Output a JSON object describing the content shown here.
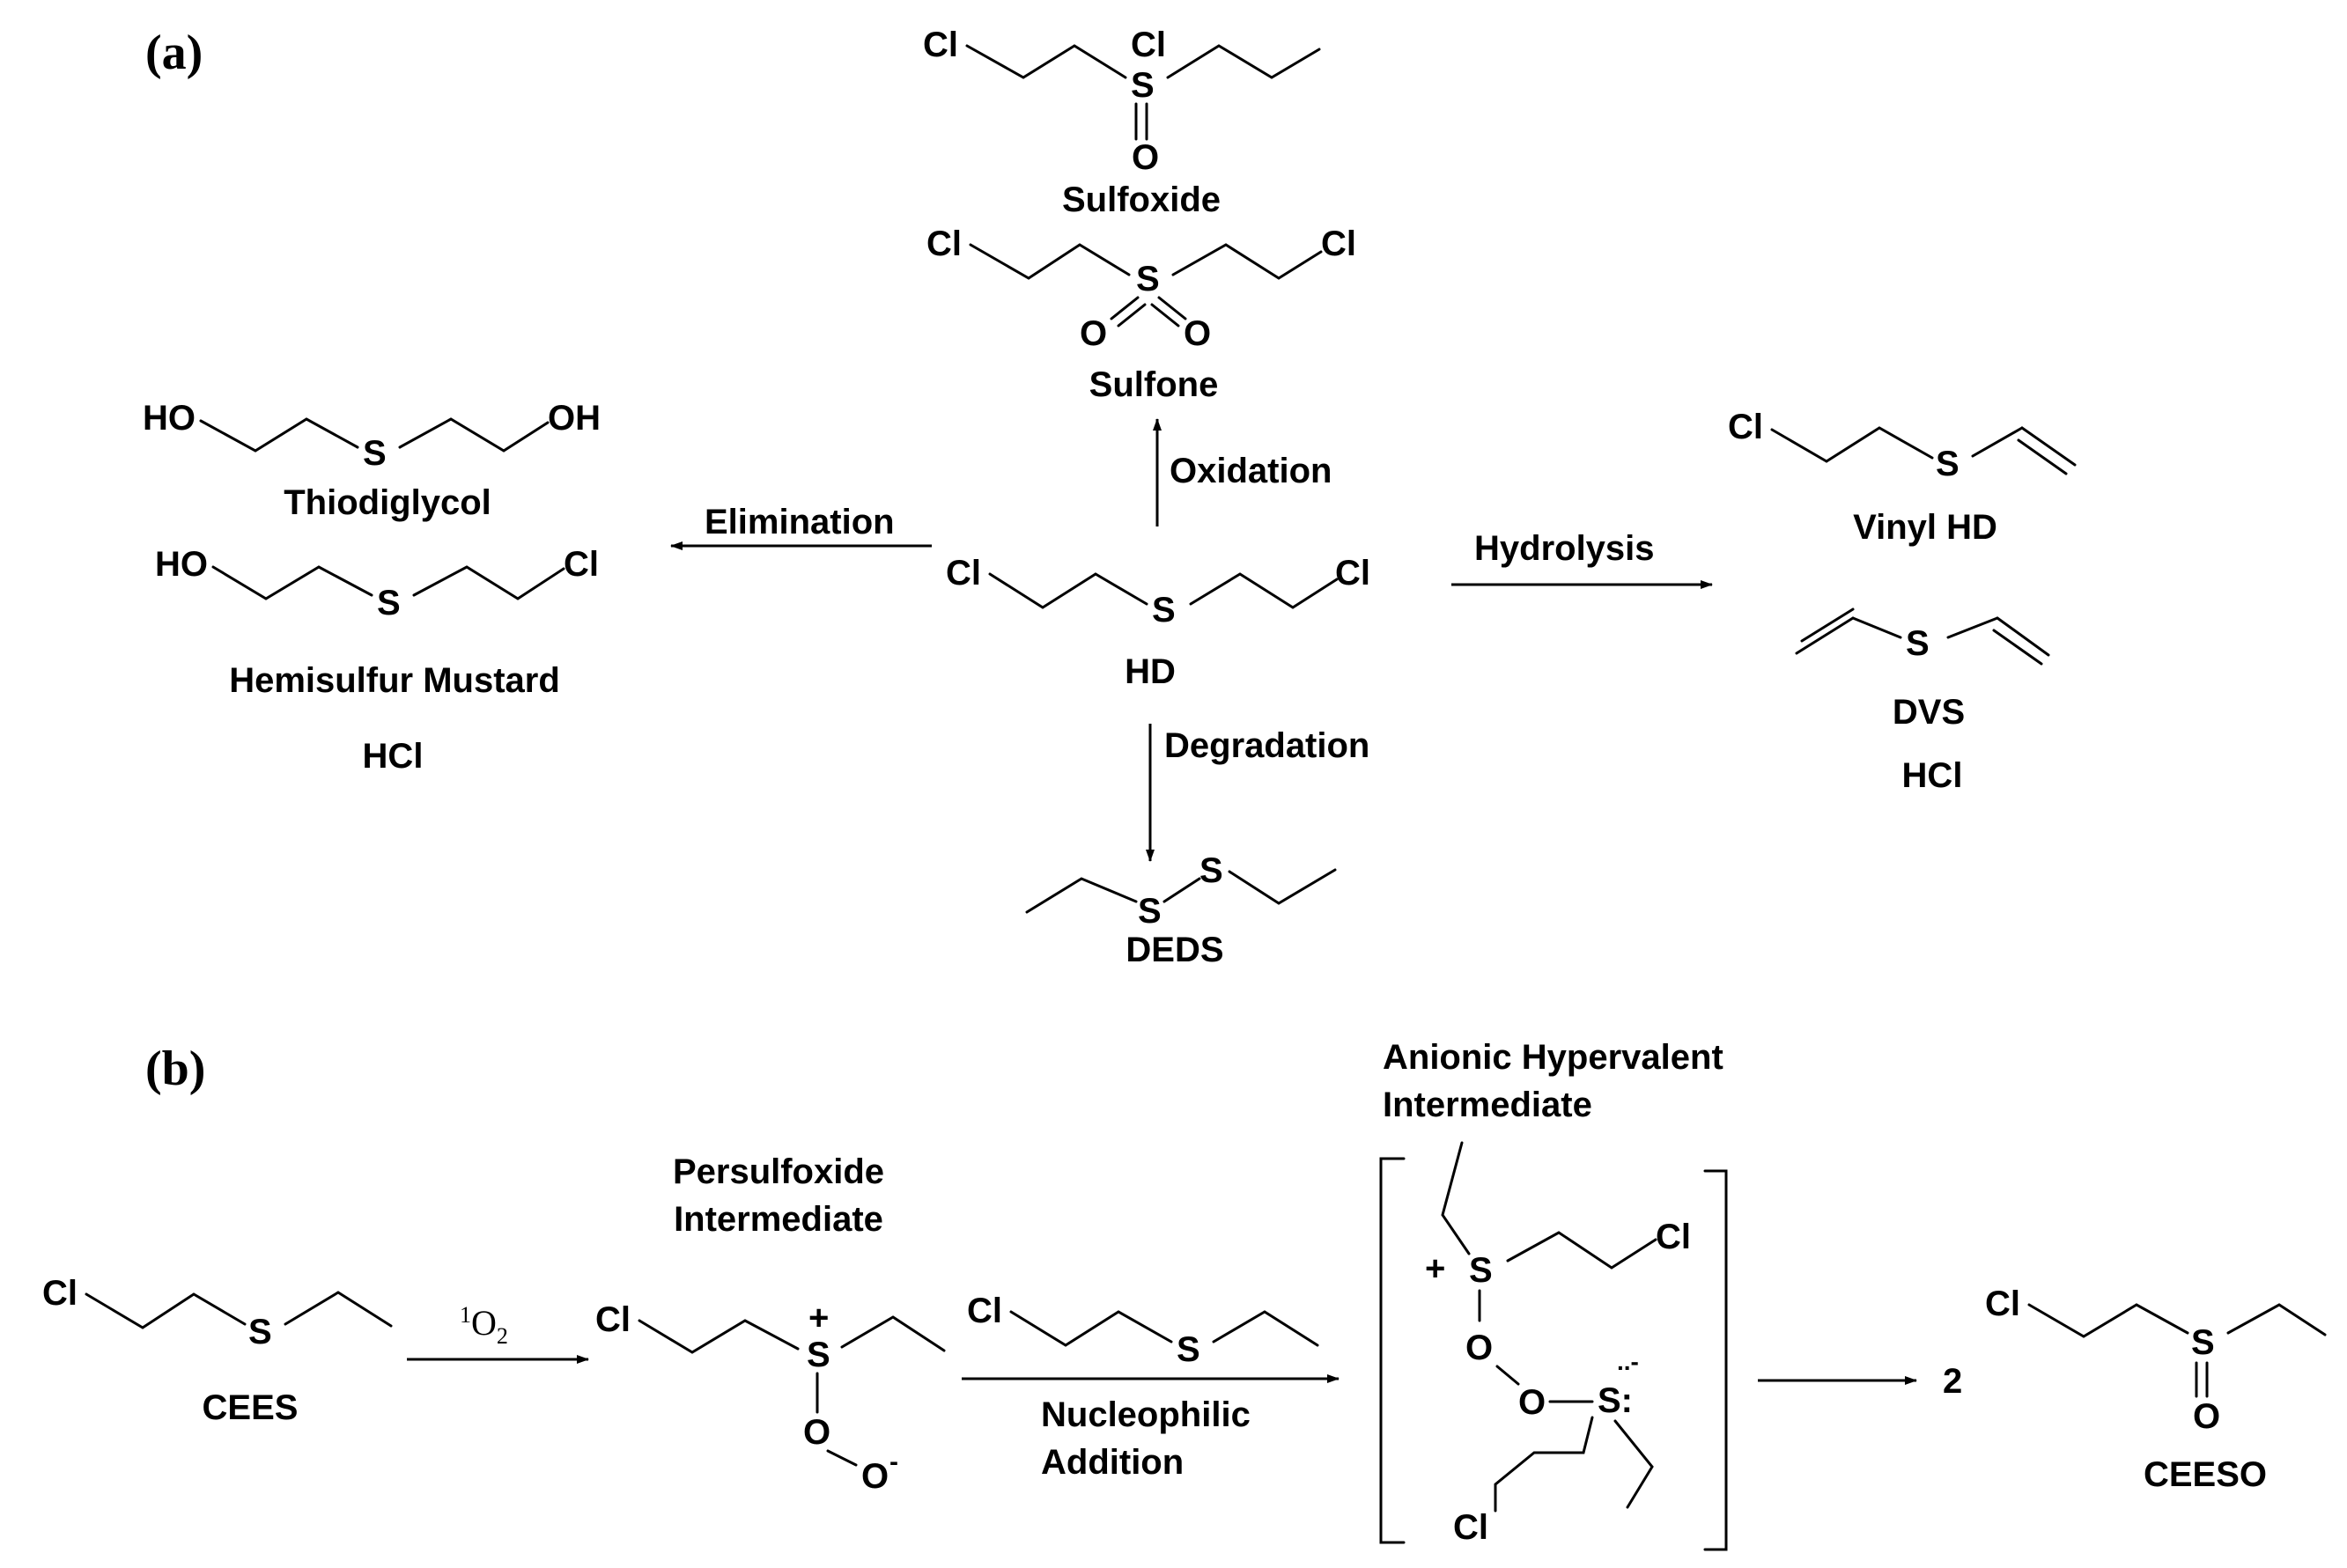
{
  "panels": {
    "a": "(a)",
    "b": "(b)"
  },
  "atoms": {
    "Cl": "Cl",
    "S": "S",
    "O": "O",
    "HO": "HO",
    "OH": "OH",
    "plus": "+",
    "minus": "-",
    "neg": "..-",
    "Scharged": "S:",
    "coef": "2"
  },
  "compounds": {
    "sulfoxide": "Sulfoxide",
    "sulfone": "Sulfone",
    "thiodiglycol": "Thiodiglycol",
    "hemisulfur": "Hemisulfur Mustard",
    "hcl_left": "HCl",
    "hd": "HD",
    "vinyl_hd": "Vinyl HD",
    "dvs": "DVS",
    "hcl_right": "HCl",
    "deds": "DEDS",
    "cees": "CEES",
    "persulfoxide": [
      "Persulfoxide",
      "Intermediate"
    ],
    "anionic": [
      "Anionic Hypervalent",
      "Intermediate"
    ],
    "ceeso": "CEESO"
  },
  "reactions": {
    "oxidation": "Oxidation",
    "elimination": "Elimination",
    "hydrolysis": "Hydrolysis",
    "degradation": "Degradation",
    "singlet_oxygen": {
      "sup": "1",
      "base": "O",
      "sub": "2"
    },
    "nucleophilic": [
      "Nucleophilic",
      "Addition"
    ]
  }
}
